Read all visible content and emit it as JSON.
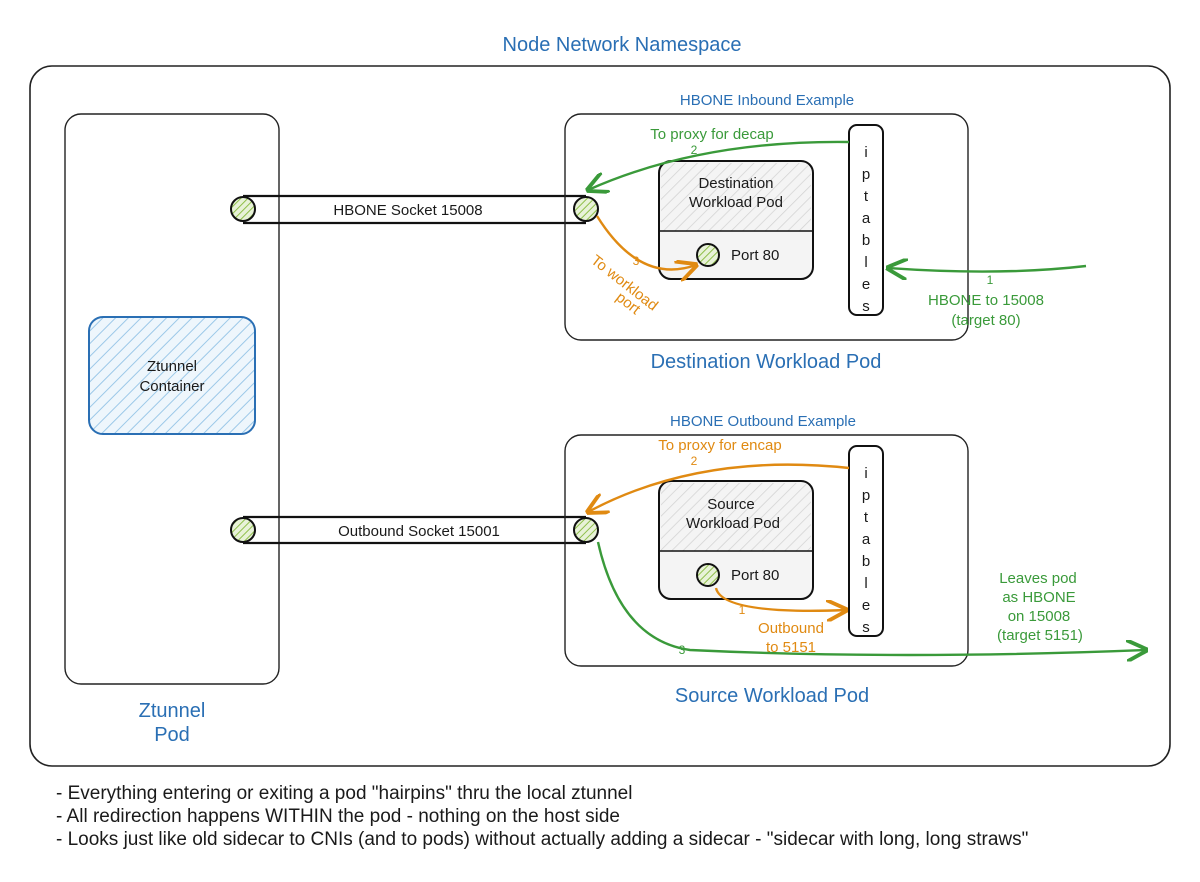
{
  "title": "Node Network Namespace",
  "ztunnel_pod": {
    "label_line1": "Ztunnel",
    "label_line2": "Pod",
    "container_line1": "Ztunnel",
    "container_line2": "Container"
  },
  "sockets": {
    "hbone": "HBONE Socket 15008",
    "outbound": "Outbound Socket 15001"
  },
  "inbound": {
    "example_title": "HBONE Inbound Example",
    "pod_label": "Destination Workload Pod",
    "inner_line1": "Destination",
    "inner_line2": "Workload Pod",
    "port": "Port 80",
    "iptables": [
      "i",
      "p",
      "t",
      "a",
      "b",
      "l",
      "e",
      "s"
    ],
    "step1_num": "1",
    "step1_line1": "HBONE to 15008",
    "step1_line2": "(target 80)",
    "step2_num": "2",
    "step2_label": "To proxy for decap",
    "step3_num": "3",
    "step3_line1": "To workload",
    "step3_line2": "port"
  },
  "outbound": {
    "example_title": "HBONE Outbound Example",
    "pod_label": "Source Workload Pod",
    "inner_line1": "Source",
    "inner_line2": "Workload Pod",
    "port": "Port 80",
    "iptables": [
      "i",
      "p",
      "t",
      "a",
      "b",
      "l",
      "e",
      "s"
    ],
    "step1_num": "1",
    "step1_line1": "Outbound",
    "step1_line2": "to 5151",
    "step2_num": "2",
    "step2_label": "To proxy for encap",
    "step3_num": "3",
    "leaves_line1": "Leaves pod",
    "leaves_line2": "as HBONE",
    "leaves_line3": "on 15008",
    "leaves_line4": "(target 5151)"
  },
  "notes": [
    "- Everything entering or exiting a pod \"hairpins\" thru the local ztunnel",
    "- All redirection happens WITHIN the pod - nothing on the host side",
    "- Looks just like old sidecar to CNIs (and to pods) without actually adding a sidecar - \"sidecar with long, long straws\""
  ],
  "colors": {
    "blue": "#2a6fb4",
    "green": "#3a9a3a",
    "orange": "#e08a12",
    "hatch_green": "#8fbf4a",
    "hatch_blue": "#9cc8e8"
  }
}
